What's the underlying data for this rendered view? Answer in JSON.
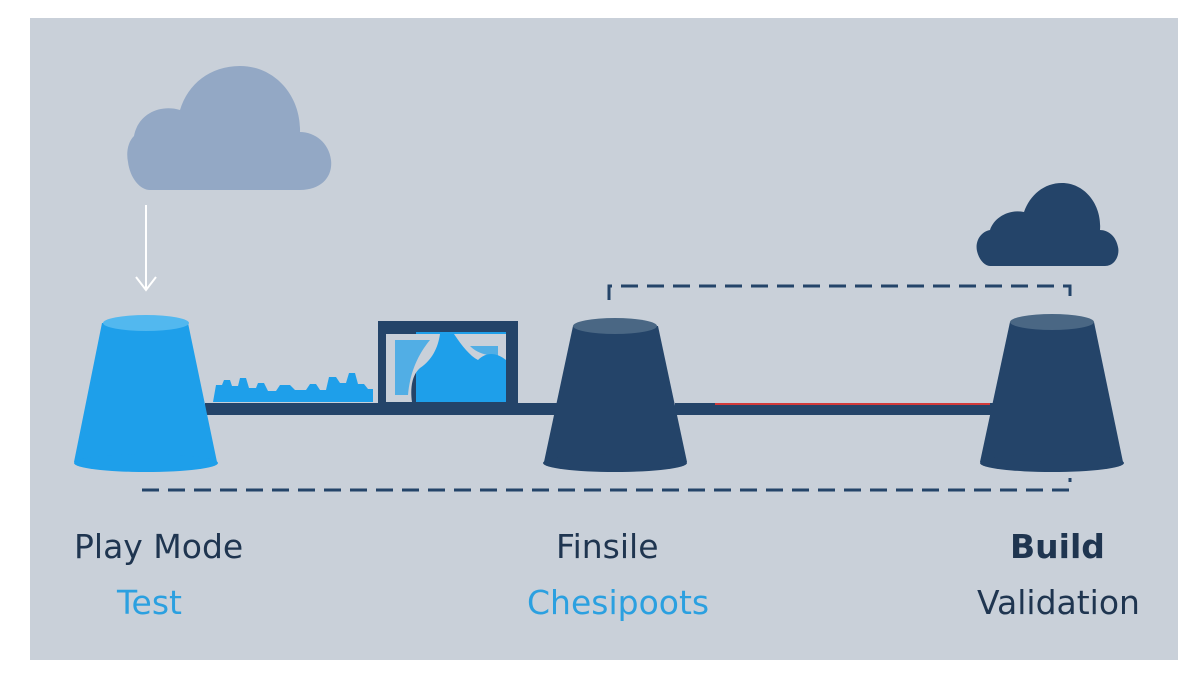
{
  "stages": [
    {
      "title": "Play Mode",
      "subtitle": "Test",
      "color": "#1e9fea"
    },
    {
      "title": "Finsile",
      "subtitle": "Chesipoots",
      "color": "#244469"
    },
    {
      "title": "Build",
      "subtitle": "Validation",
      "color": "#244469"
    }
  ],
  "icons": {
    "left_cloud": "cloud-icon",
    "right_cloud": "cloud-icon",
    "arrow": "arrow-down-icon",
    "card": "image-card-icon"
  },
  "colors": {
    "background": "#c9d0d9",
    "dark_navy": "#244469",
    "bright_blue": "#1e9fea",
    "light_cloud": "#93a8c5",
    "red_link": "#d23a3a",
    "label_blue": "#2ba0e0",
    "label_dark": "#1f3550"
  }
}
